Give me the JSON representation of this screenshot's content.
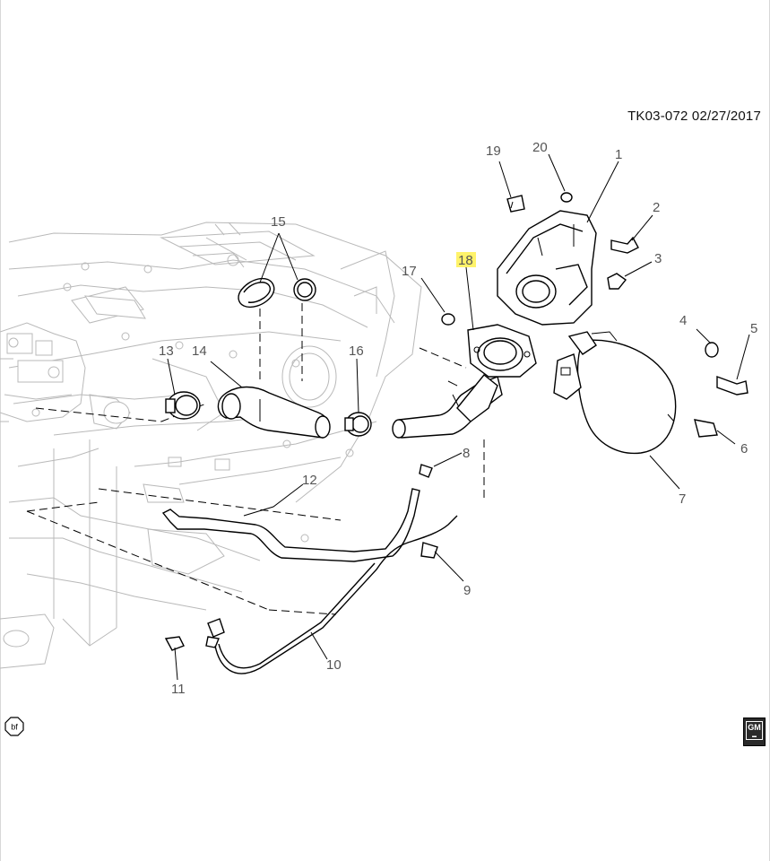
{
  "header": {
    "diagram_id": "TK03-072",
    "date": "02/27/2017"
  },
  "callouts": [
    "1",
    "2",
    "3",
    "4",
    "5",
    "6",
    "7",
    "8",
    "9",
    "10",
    "11",
    "12",
    "13",
    "14",
    "15",
    "16",
    "17",
    "18",
    "19",
    "20"
  ],
  "highlighted_callout": "18",
  "footer": {
    "left_badge": "bf",
    "right_logo": "GM"
  },
  "colors": {
    "highlight": "#fff36a",
    "callout_text": "#555555",
    "ghost_lines": "#b9b9b9"
  }
}
